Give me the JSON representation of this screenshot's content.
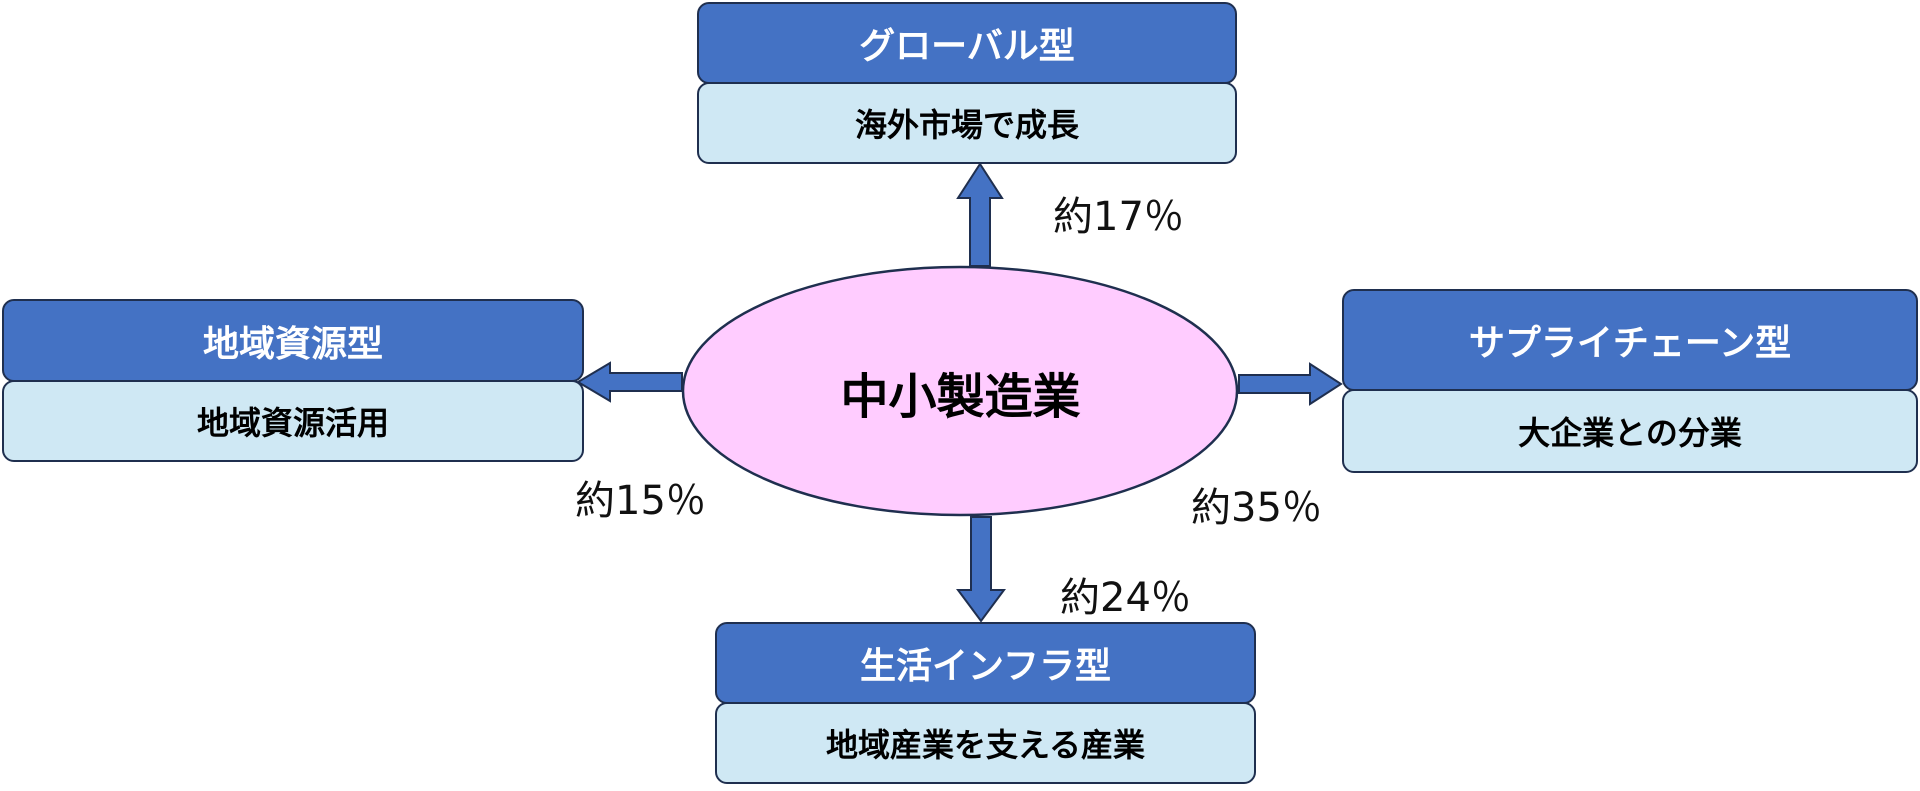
{
  "center": {
    "label": "中小製造業"
  },
  "types": [
    {
      "id": "global",
      "title": "グローバル型",
      "description": "海外市場で成長",
      "share": "約17％"
    },
    {
      "id": "regional",
      "title": "地域資源型",
      "description": "地域資源活用",
      "share": "約15％"
    },
    {
      "id": "supply",
      "title": "サプライチェーン型",
      "description": "大企業との分業",
      "share": "約35％"
    },
    {
      "id": "infra",
      "title": "生活インフラ型",
      "description": "地域産業を支える産業",
      "share": "約24％"
    }
  ],
  "colors": {
    "header": "#4472c4",
    "sub": "#cfe8f4",
    "ellipse": "#ffccff",
    "arrow": "#4472c4",
    "border": "#1f2f4f"
  }
}
